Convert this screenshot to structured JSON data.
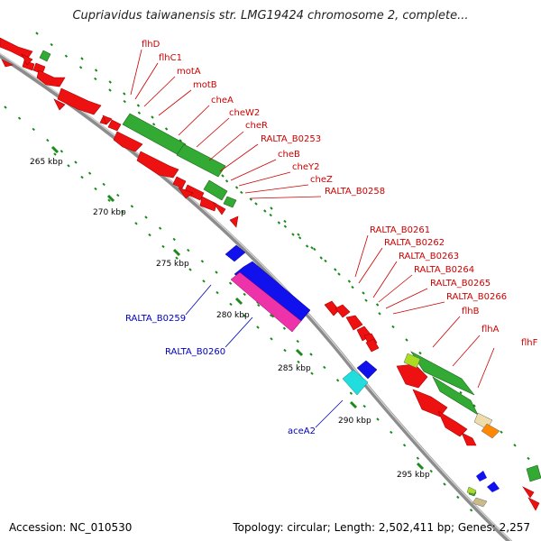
{
  "title": "Cupriavidus taiwanensis str. LMG19424 chromosome 2, complete...",
  "footer": {
    "accession": "Accession: NC_010530",
    "topology": "Topology: circular; Length: 2,502,411 bp; Genes: 2,257"
  },
  "scale_labels": [
    "265 kbp",
    "270 kbp",
    "275 kbp",
    "280 kbp",
    "285 kbp",
    "290 kbp",
    "295 kbp"
  ],
  "gene_labels": {
    "flhD": "flhD",
    "flhC1": "flhC1",
    "motA": "motA",
    "motB": "motB",
    "cheA": "cheA",
    "cheW2": "cheW2",
    "cheR": "cheR",
    "RALTA_B0253": "RALTA_B0253",
    "cheB": "cheB",
    "cheY2": "cheY2",
    "cheZ": "cheZ",
    "RALTA_B0258": "RALTA_B0258",
    "RALTA_B0261": "RALTA_B0261",
    "RALTA_B0262": "RALTA_B0262",
    "RALTA_B0263": "RALTA_B0263",
    "RALTA_B0264": "RALTA_B0264",
    "RALTA_B0265": "RALTA_B0265",
    "RALTA_B0266": "RALTA_B0266",
    "flhB": "flhB",
    "flhA": "flhA",
    "flhF": "flhF",
    "RALTA_B0259": "RALTA_B0259",
    "RALTA_B0260": "RALTA_B0260",
    "aceA2": "aceA2"
  },
  "colors": {
    "backbone": "#8c8c8c",
    "tick": "#1a8a1a",
    "red_gene": "#ee1111",
    "green_gene": "#33aa33",
    "blue_gene": "#1111ee",
    "magenta_gene": "#ee33aa",
    "cyan_gene": "#22dddd",
    "lime_gene": "#aadd22",
    "orange_gene": "#ff8800",
    "label_red": "#cc0000",
    "label_blue": "#0000bb"
  }
}
